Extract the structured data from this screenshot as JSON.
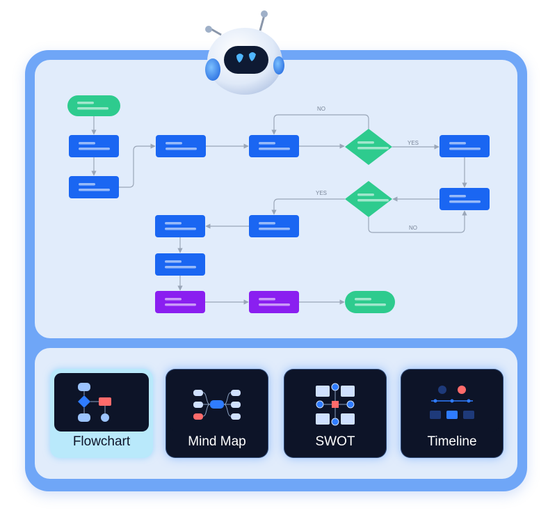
{
  "diagram": {
    "edge_labels": {
      "loop_no": "NO",
      "decision1_yes": "YES",
      "decision2_yes": "YES",
      "decision2_no": "NO"
    },
    "colors": {
      "process": "#1a66f2",
      "terminal": "#2ecb8e",
      "decision": "#2ecb8e",
      "highlight": "#8a1ff0",
      "connector": "#9aa6b8"
    }
  },
  "templates": [
    {
      "label": "Flowchart",
      "icon": "flowchart-icon",
      "selected": true
    },
    {
      "label": "Mind Map",
      "icon": "mind-map-icon",
      "selected": false
    },
    {
      "label": "SWOT",
      "icon": "swot-icon",
      "selected": false
    },
    {
      "label": "Timeline",
      "icon": "timeline-icon",
      "selected": false
    }
  ],
  "mascot": {
    "icon": "robot-mascot-icon"
  }
}
